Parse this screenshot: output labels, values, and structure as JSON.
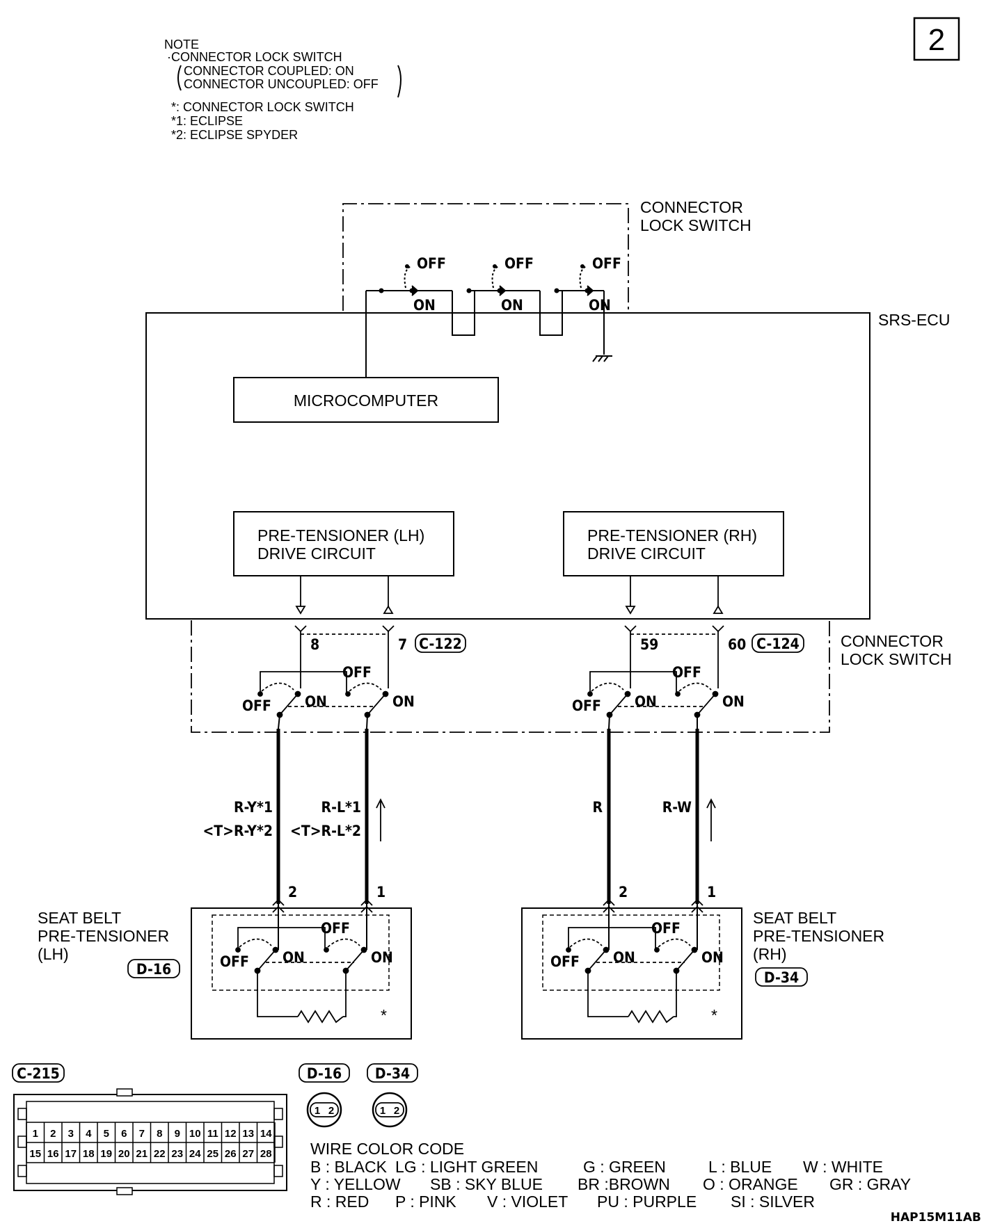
{
  "page_number": "2",
  "note": {
    "title": "NOTE",
    "line1": "·CONNECTOR LOCK SWITCH",
    "line2": "CONNECTOR COUPLED: ON",
    "line3": "CONNECTOR UNCOUPLED: OFF",
    "star": "*: CONNECTOR LOCK SWITCH",
    "star1": "*1: ECLIPSE",
    "star2": "*2: ECLIPSE SPYDER"
  },
  "top_switch": {
    "label_line1": "CONNECTOR",
    "label_line2": "LOCK SWITCH",
    "off": "OFF",
    "on": "ON"
  },
  "ecu": {
    "label": "SRS-ECU",
    "microcomputer": "MICROCOMPUTER",
    "lh_line1": "PRE-TENSIONER (LH)",
    "lh_line2": "DRIVE CIRCUIT",
    "rh_line1": "PRE-TENSIONER (RH)",
    "rh_line2": "DRIVE CIRCUIT"
  },
  "connector_switch": {
    "label_line1": "CONNECTOR",
    "label_line2": "LOCK SWITCH",
    "pin8": "8",
    "pin7": "7",
    "conn_left": "C-122",
    "pin59": "59",
    "pin60": "60",
    "conn_right": "C-124",
    "off": "OFF",
    "on": "ON"
  },
  "wires": {
    "lh_a1": "R-Y*1",
    "lh_a2": "<T>R-Y*2",
    "lh_b1": "R-L*1",
    "lh_b2": "<T>R-L*2",
    "rh_a": "R",
    "rh_b": "R-W"
  },
  "pretensioner_lh": {
    "line1": "SEAT BELT",
    "line2": "PRE-TENSIONER",
    "line3": "(LH)",
    "connector": "D-16",
    "pin2": "2",
    "pin1": "1",
    "off": "OFF",
    "on": "ON",
    "star": "*"
  },
  "pretensioner_rh": {
    "line1": "SEAT BELT",
    "line2": "PRE-TENSIONER",
    "line3": "(RH)",
    "connector": "D-34",
    "pin2": "2",
    "pin1": "1",
    "off": "OFF",
    "on": "ON",
    "star": "*"
  },
  "connectors": {
    "c215": "C-215",
    "c215_top_pins": [
      "1",
      "2",
      "3",
      "4",
      "5",
      "6",
      "7",
      "8",
      "9",
      "10",
      "11",
      "12",
      "13",
      "14"
    ],
    "c215_bottom_pins": [
      "15",
      "16",
      "17",
      "18",
      "19",
      "20",
      "21",
      "22",
      "23",
      "24",
      "25",
      "26",
      "27",
      "28"
    ],
    "d16": "D-16",
    "d34": "D-34",
    "d_pins": [
      "1",
      "2"
    ]
  },
  "wire_color_code": {
    "title": "WIRE COLOR CODE",
    "row1": [
      "B : BLACK",
      "LG : LIGHT GREEN",
      "G : GREEN",
      "L : BLUE",
      "W : WHITE"
    ],
    "row2": [
      "Y : YELLOW",
      "SB : SKY BLUE",
      "BR :BROWN",
      "O : ORANGE",
      "GR : GRAY"
    ],
    "row3": [
      "R : RED",
      "P : PINK",
      "V : VIOLET",
      "PU : PURPLE",
      "SI : SILVER"
    ]
  },
  "figure_code": "HAP15M11AB"
}
